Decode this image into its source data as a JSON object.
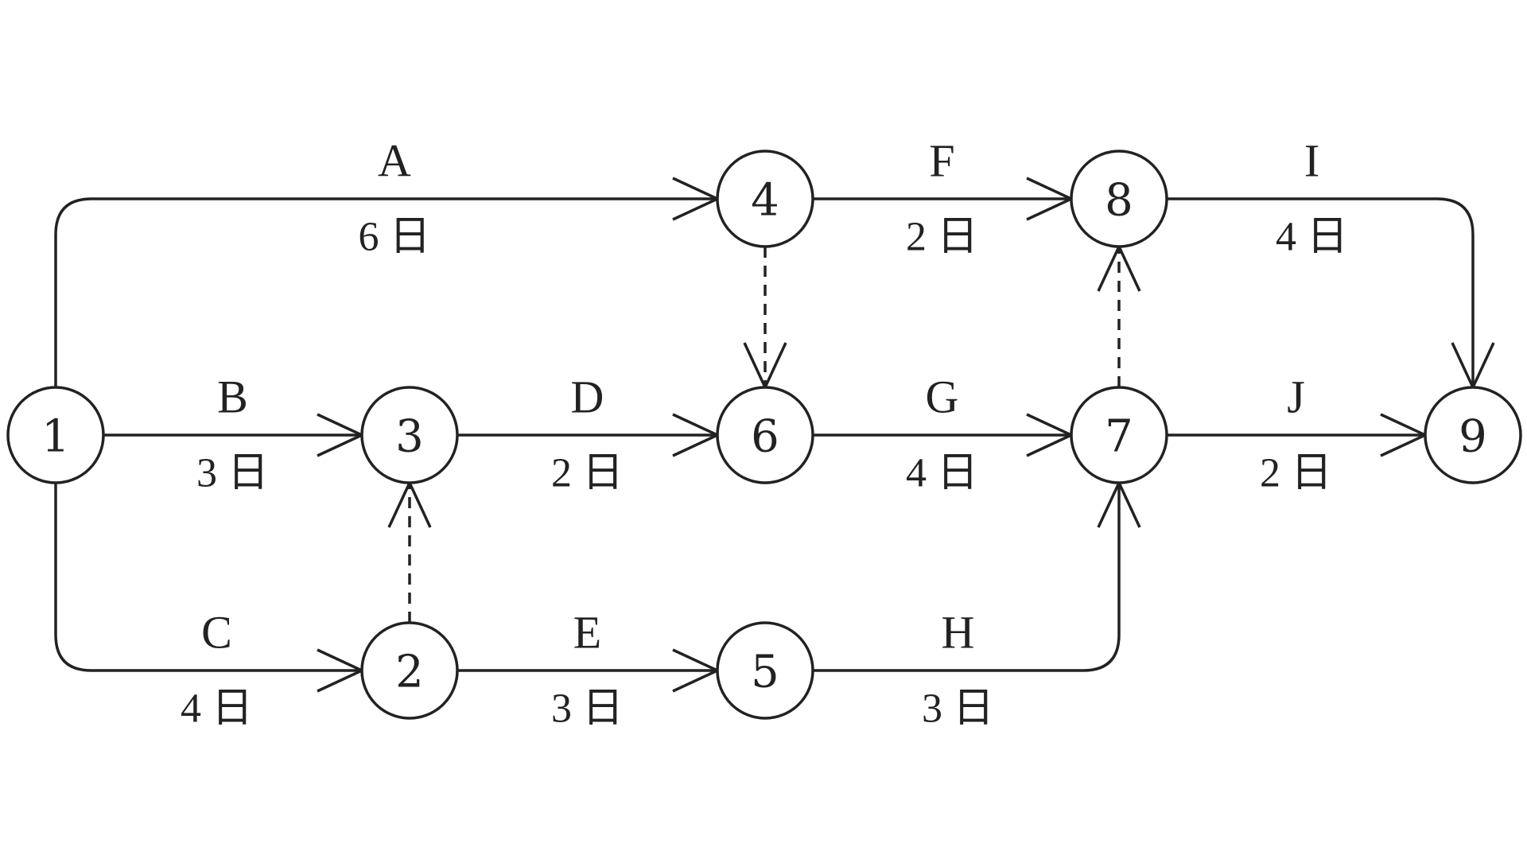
{
  "colors": {
    "ink": "#222222",
    "background": "#ffffff"
  },
  "nodes": [
    {
      "id": "1",
      "label": "1"
    },
    {
      "id": "2",
      "label": "2"
    },
    {
      "id": "3",
      "label": "3"
    },
    {
      "id": "4",
      "label": "4"
    },
    {
      "id": "5",
      "label": "5"
    },
    {
      "id": "6",
      "label": "6"
    },
    {
      "id": "7",
      "label": "7"
    },
    {
      "id": "8",
      "label": "8"
    },
    {
      "id": "9",
      "label": "9"
    }
  ],
  "activities": [
    {
      "from": "1",
      "to": "4",
      "name": "A",
      "duration": "6 日"
    },
    {
      "from": "1",
      "to": "3",
      "name": "B",
      "duration": "3 日"
    },
    {
      "from": "1",
      "to": "2",
      "name": "C",
      "duration": "4 日"
    },
    {
      "from": "3",
      "to": "6",
      "name": "D",
      "duration": "2 日"
    },
    {
      "from": "2",
      "to": "5",
      "name": "E",
      "duration": "3 日"
    },
    {
      "from": "4",
      "to": "8",
      "name": "F",
      "duration": "2 日"
    },
    {
      "from": "6",
      "to": "7",
      "name": "G",
      "duration": "4 日"
    },
    {
      "from": "5",
      "to": "7",
      "name": "H",
      "duration": "3 日"
    },
    {
      "from": "8",
      "to": "9",
      "name": "I",
      "duration": "4 日"
    },
    {
      "from": "7",
      "to": "9",
      "name": "J",
      "duration": "2 日"
    }
  ],
  "dummy_activities": [
    {
      "from": "4",
      "to": "6"
    },
    {
      "from": "2",
      "to": "3"
    },
    {
      "from": "7",
      "to": "8"
    }
  ]
}
